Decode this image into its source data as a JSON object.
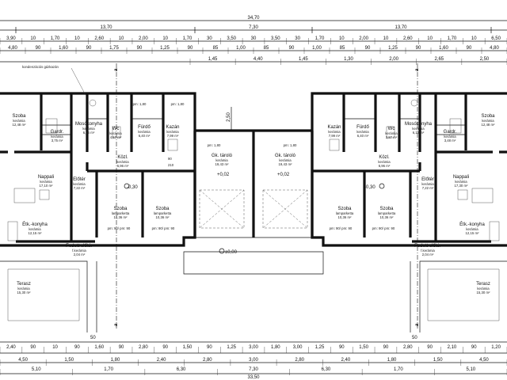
{
  "dims_top": {
    "overall": "34,70",
    "half_left": "13,70",
    "middle": "7,30",
    "half_right": "13,70",
    "row1": [
      "3,90",
      "10",
      "1,70",
      "10",
      "2,60",
      "10",
      "2,00",
      "10",
      "1,70",
      "30",
      "3,50",
      "30",
      "3,50",
      "30",
      "1,70",
      "10",
      "2,00",
      "10",
      "2,60",
      "10",
      "1,70",
      "10",
      "6,50"
    ],
    "row2": [
      "4,80",
      "90",
      "1,60",
      "90",
      "1,75",
      "90",
      "1,25",
      "90",
      "85",
      "1,00",
      "85",
      "90",
      "1,00",
      "85",
      "90",
      "1,25",
      "90",
      "1,60",
      "90",
      "4,80"
    ],
    "row3": [
      "1,45",
      "4,40",
      "1,45",
      "1,30",
      "2,00",
      "2,65",
      "2,50"
    ],
    "vert": "2,50"
  },
  "dims_bottom": {
    "row1": [
      "2,40",
      "90",
      "10",
      "90",
      "1,60",
      "90",
      "2,80",
      "90",
      "1,50",
      "90",
      "1,25",
      "3,00",
      "1,80",
      "3,00",
      "1,25",
      "90",
      "1,50",
      "90",
      "2,80",
      "90",
      "2,10",
      "90",
      "1,20"
    ],
    "row2": [
      "4,50",
      "1,50",
      "1,80",
      "2,40",
      "2,80",
      "3,00",
      "2,80",
      "2,40",
      "1,80",
      "1,50",
      "4,50"
    ],
    "row3": [
      "5,10",
      "1,70",
      "6,30",
      "7,30",
      "6,30",
      "1,70",
      "5,10"
    ],
    "overall": "33,50",
    "gaps": [
      "50",
      "50"
    ]
  },
  "annotations": {
    "window_note": "kondenzációs gázkazán",
    "section_top": "a",
    "section_bottom": "a",
    "level_zero": "±0,00",
    "level_plus1": "+0,02",
    "level_plus2": "+0,02",
    "level_minus_left": "-0,30",
    "level_minus_right": "-0,30",
    "opening_90": "90",
    "opening_210": "210"
  },
  "rooms_left": [
    {
      "name": "Szoba",
      "sub": "kerámia",
      "area": "12,48 m²"
    },
    {
      "name": "Gardr.",
      "sub": "kerámia",
      "area": "3,75 m²"
    },
    {
      "name": "Mosókonyha",
      "sub": "kerámia",
      "area": "6,16 m²"
    },
    {
      "name": "Wc",
      "sub": "kerámia",
      "area": "4,57 m²"
    },
    {
      "name": "Fürdő",
      "sub": "kerámia",
      "area": "6,40 m²"
    },
    {
      "name": "Kazán",
      "sub": "kerámia",
      "area": "7,99 m²"
    },
    {
      "name": "Közl.",
      "sub": "kerámia",
      "area": "6,96 m²"
    },
    {
      "name": "Nappali",
      "sub": "kerámia",
      "area": "17,10 m²"
    },
    {
      "name": "Előtér",
      "sub": "kerámia",
      "area": "7,22 m²"
    },
    {
      "name": "Szoba",
      "sub": "lamparketta",
      "area": "10,36 m²"
    },
    {
      "name": "Szoba",
      "sub": "lamparketta",
      "area": "10,36 m²"
    },
    {
      "name": "Étk.-konyha",
      "sub": "kerámia",
      "area": "12,15 m²"
    },
    {
      "name": "Fedett előtér",
      "sub": "f.kerámia",
      "area": "2,04 m²"
    },
    {
      "name": "Terasz",
      "sub": "kerámia",
      "area": "15,30 m²"
    }
  ],
  "rooms_right": [
    {
      "name": "Szoba",
      "sub": "kerámia",
      "area": "12,48 m²"
    },
    {
      "name": "Gardr.",
      "sub": "kerámia",
      "area": "3,48 m²"
    },
    {
      "name": "Mosókonyha",
      "sub": "kerámia",
      "area": "6,16 m²"
    },
    {
      "name": "Wc",
      "sub": "kerámia",
      "area": "3,87 m²"
    },
    {
      "name": "Fürdő",
      "sub": "kerámia",
      "area": "6,40 m²"
    },
    {
      "name": "Kazán",
      "sub": "kerámia",
      "area": "7,99 m²"
    },
    {
      "name": "Közl.",
      "sub": "kerámia",
      "area": "6,96 m²"
    },
    {
      "name": "Nappali",
      "sub": "kerámia",
      "area": "17,30 m²"
    },
    {
      "name": "Előtér",
      "sub": "kerámia",
      "area": "7,22 m²"
    },
    {
      "name": "Szoba",
      "sub": "lamparketta",
      "area": "10,36 m²"
    },
    {
      "name": "Szoba",
      "sub": "lamparketta",
      "area": "10,36 m²"
    },
    {
      "name": "Étk.-konyha",
      "sub": "kerámia",
      "area": "12,15 m²"
    },
    {
      "name": "Fedett előtér",
      "sub": "f.kerámia",
      "area": "2,04 m²"
    },
    {
      "name": "Terasz",
      "sub": "kerámia",
      "area": "15,30 m²"
    }
  ],
  "garages": [
    {
      "name": "Gk. tároló",
      "sub": "kerámia",
      "area": "19,43 m²"
    },
    {
      "name": "Gk. tároló",
      "sub": "kerámia",
      "area": "19,43 m²"
    }
  ],
  "parapets": [
    "pm: 1,80",
    "pm: 1,80",
    "pm: 1,80",
    "pm: 1,80",
    "pm: 90/ pm: 90",
    "pm: 90/ pm: 90",
    "pm: 90/ pm: 90",
    "pm: 90/ pm: 90"
  ]
}
